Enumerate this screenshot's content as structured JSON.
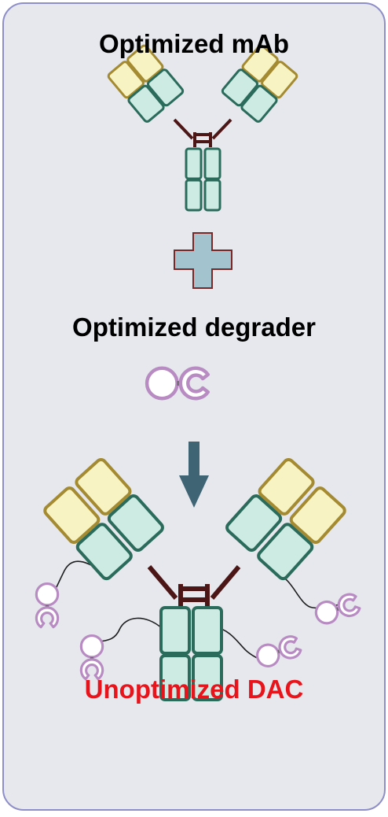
{
  "titles": {
    "mab": "Optimized mAb",
    "degrader": "Optimized degrader",
    "result": "Unoptimized DAC"
  },
  "icons": {
    "antibody": "antibody-icon",
    "plus": "plus-icon",
    "degrader": "degrader-icon",
    "arrow": "arrow-down-icon",
    "conjugate": "antibody-degrader-conjugate-icon"
  },
  "colors": {
    "panel_fill": "#e6e8ee",
    "panel_border": "#8e8ec8",
    "fab_variable": "#f7f3c3",
    "fab_variable_border": "#a48a31",
    "domain_fill": "#cdebe3",
    "domain_border": "#2b6b5b",
    "hinge": "#4d1616",
    "plus_fill": "#a3c3cf",
    "plus_border": "#7a2727",
    "degrader_border": "#b88cc2",
    "linker": "#777777",
    "arrow": "#3f6474",
    "result_text": "#e8141b"
  }
}
